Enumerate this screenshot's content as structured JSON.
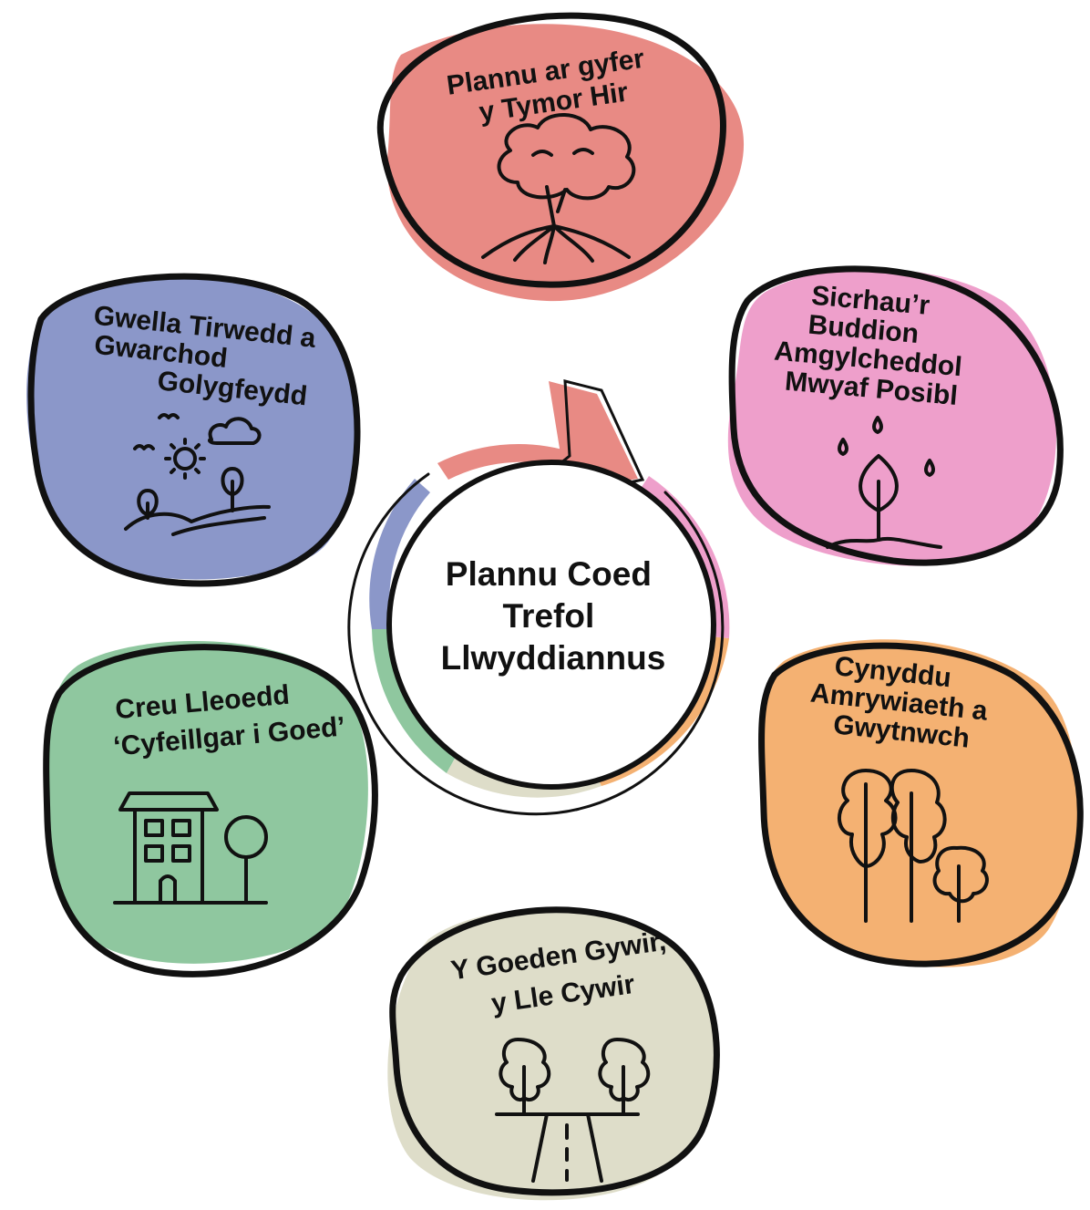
{
  "center": {
    "lines": [
      "Plannu Coed",
      "Trefol",
      "Llwyddiannus"
    ]
  },
  "petals": [
    {
      "id": "long-term",
      "lines": [
        "Plannu ar gyfer",
        "y Tymor Hir"
      ],
      "color": "#e88a84",
      "icon": "tree-roots-icon"
    },
    {
      "id": "environmental",
      "lines": [
        "Sicrhau’r",
        "Buddion",
        "Amgylcheddol",
        "Mwyaf Posibl"
      ],
      "color": "#ee9fcb",
      "icon": "plant-rain-icon"
    },
    {
      "id": "diversity",
      "lines": [
        "Cynyddu",
        "Amrywiaeth a",
        "Gwytnwch"
      ],
      "color": "#f4b172",
      "icon": "trees-group-icon"
    },
    {
      "id": "right-tree",
      "lines": [
        "Y Goeden Gywir,",
        "y Lle Cywir"
      ],
      "color": "#deddc9",
      "icon": "road-trees-icon"
    },
    {
      "id": "tree-friendly",
      "lines": [
        "Creu Lleoedd",
        "‘Cyfeillgar i Goed’"
      ],
      "color": "#8fc79f",
      "icon": "building-tree-icon"
    },
    {
      "id": "landscape",
      "lines": [
        "Gwella Tirwedd a",
        "Gwarchod",
        "Golygfeydd"
      ],
      "color": "#8b97c9",
      "icon": "landscape-sun-icon"
    }
  ],
  "colors": {
    "outline": "#111111",
    "background": "#ffffff"
  }
}
